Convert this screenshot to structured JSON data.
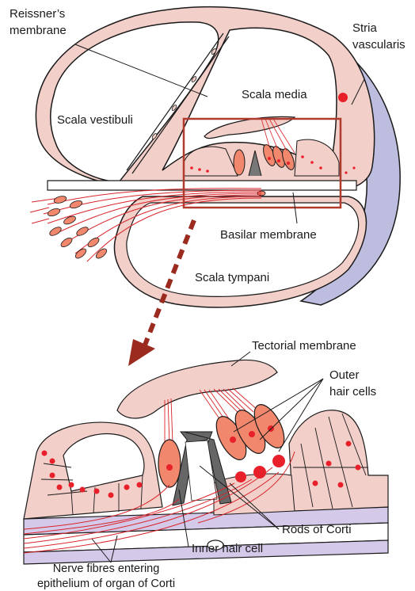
{
  "labels": {
    "reissners": [
      "Reissner’s",
      "membrane"
    ],
    "stria": [
      "Stria",
      "vascularis"
    ],
    "scala_media": "Scala media",
    "scala_vestibuli": "Scala vestibuli",
    "basilar_membrane": "Basilar membrane",
    "scala_tympani": "Scala tympani",
    "tectorial_membrane": "Tectorial membrane",
    "outer_hair_cells": [
      "Outer",
      "hair cells"
    ],
    "rods_of_corti": "Rods of Corti",
    "inner_hair_cell": "Inner hair cell",
    "nerve_fibres": [
      "Nerve fibres entering",
      "epithelium of organ of Corti"
    ]
  },
  "colors": {
    "outline": "#1a1a1a",
    "tissue_pink": "#f3cfc9",
    "cell_orange": "#f1876c",
    "nucleus_red": "#e8202a",
    "nerve_red": "#d9242a",
    "stria_lilac": "#bdbde0",
    "membrane_lilac": "#d4c9e8",
    "rods_grey": "#666666",
    "zoom_box": "#b03a2e",
    "zoom_arrow": "#9b2a1f"
  }
}
